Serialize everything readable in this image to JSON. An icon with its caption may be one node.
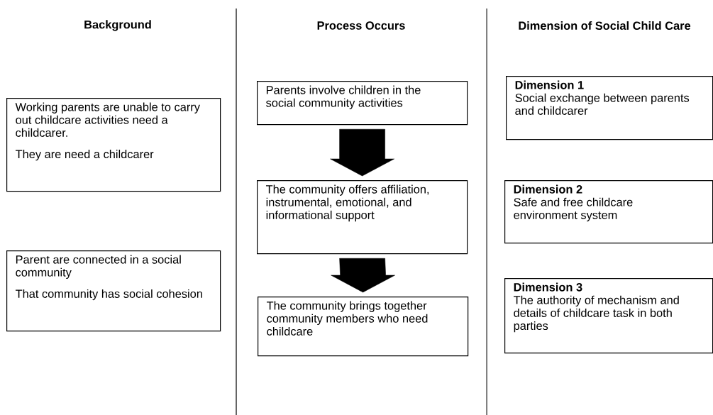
{
  "diagram": {
    "nodes": [
      {
        "text": [
          "Working parents are unable to carry out childcare activities need a childcarer.",
          "They are need a childcarer"
        ]
      },
      {
        "text": [
          "Parent are connected in a social community",
          "That community has social cohesion"
        ]
      },
      {
        "text": [
          "Parents involve children in the social community activities"
        ]
      },
      {
        "text": [
          "The community offers affiliation, instrumental, emotional, and informational support"
        ]
      },
      {
        "text": [
          "The community brings together community members who need childcare"
        ]
      },
      {
        "text": [
          "Dimension 1",
          "Social exchange between parents and childcarer"
        ]
      },
      {
        "text": [
          "Dimension 2",
          "Safe and free childcare environment system"
        ]
      },
      {
        "text": [
          "Dimension 3",
          "The authority of mechanism and details of childcare task in both parties"
        ]
      }
    ],
    "edges": [
      {
        "from": 2,
        "to": 3,
        "arrow": "to"
      },
      {
        "from": 3,
        "to": 4,
        "arrow": "to"
      }
    ],
    "labels": [
      "Background",
      "Process Occurs",
      "Dimension of Social Child Care"
    ]
  }
}
